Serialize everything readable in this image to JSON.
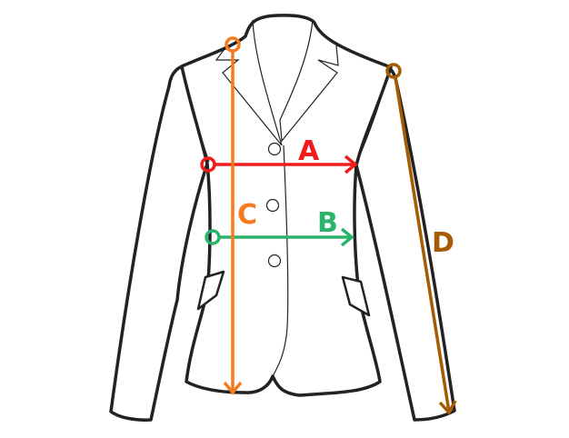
{
  "diagram": {
    "measurements": [
      {
        "id": "A",
        "label": "A",
        "color": "#ee1c1c"
      },
      {
        "id": "B",
        "label": "B",
        "color": "#2bb36b"
      },
      {
        "id": "C",
        "label": "C",
        "color": "#f57a1f"
      },
      {
        "id": "D",
        "label": "D",
        "color": "#a55b05"
      }
    ],
    "outline_color": "#222222"
  }
}
